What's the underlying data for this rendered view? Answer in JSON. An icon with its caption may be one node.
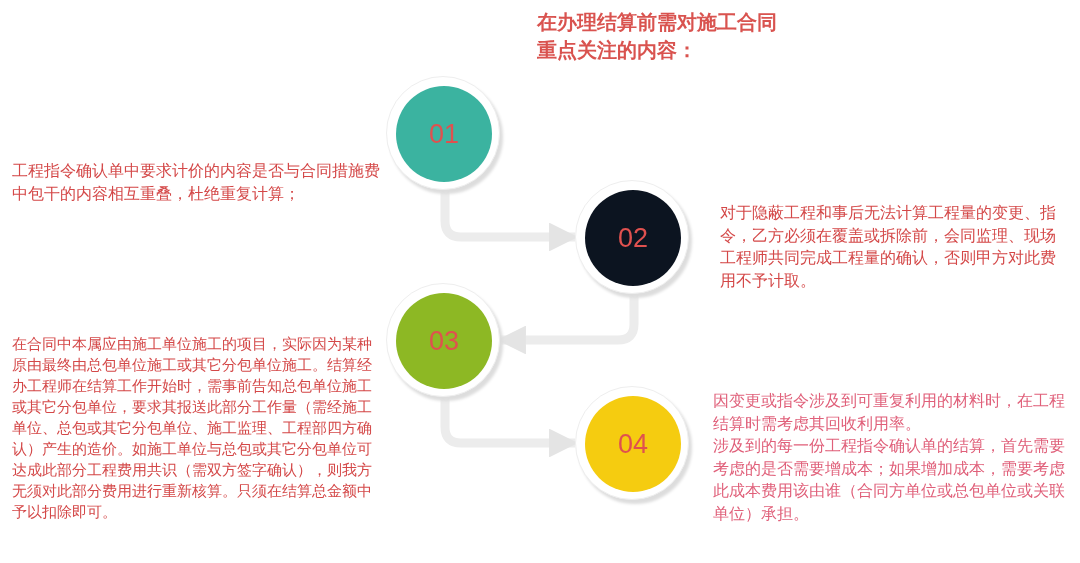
{
  "diagram": {
    "title": "在办理结算前需对施工合同重点关注的内容：",
    "nodes": [
      {
        "text": [
          "01"
        ],
        "beside": [
          "工程指令确认单中要求计价的内容是否与合同措施费中包干的内容相互重叠，杜绝重复计算；"
        ]
      },
      {
        "text": [
          "02"
        ],
        "beside": [
          "对于隐蔽工程和事后无法计算工程量的变更、指令，乙方必须在覆盖或拆除前，会同监理、现场工程师共同完成工程量的确认，否则甲方对此费用不予计取。"
        ]
      },
      {
        "text": [
          "03"
        ],
        "beside": [
          "在合同中本属应由施工单位施工的项目，实际因为某种原由最终由总包单位施工或其它分包单位施工。结算经办工程师在结算工作开始时，需事前告知总包单位施工或其它分包单位，要求其报送此部分工作量（需经施工单位、总包或其它分包单位、施工监理、工程部四方确认）产生的造价。如施工单位与总包或其它分包单位可达成此部分工程费用共识（需双方签字确认），则我方无须对此部分费用进行重新核算。只须在结算总金额中予以扣除即可。"
        ]
      },
      {
        "text": [
          "04"
        ],
        "beside": [
          "因变更或指令涉及到可重复利用的材料时，在工程结算时需考虑其回收利用率。",
          "涉及到的每一份工程指令确认单的结算，首先需要考虑的是否需要增成本；如果增加成本，需要考虑此成本费用该由谁（合同方单位或总包单位或关联单位）承担。"
        ]
      }
    ],
    "edges": [
      {
        "from": 0,
        "to": 1,
        "arrow": "to"
      },
      {
        "from": 1,
        "to": 2,
        "arrow": "to"
      },
      {
        "from": 2,
        "to": 3,
        "arrow": "to"
      }
    ]
  }
}
